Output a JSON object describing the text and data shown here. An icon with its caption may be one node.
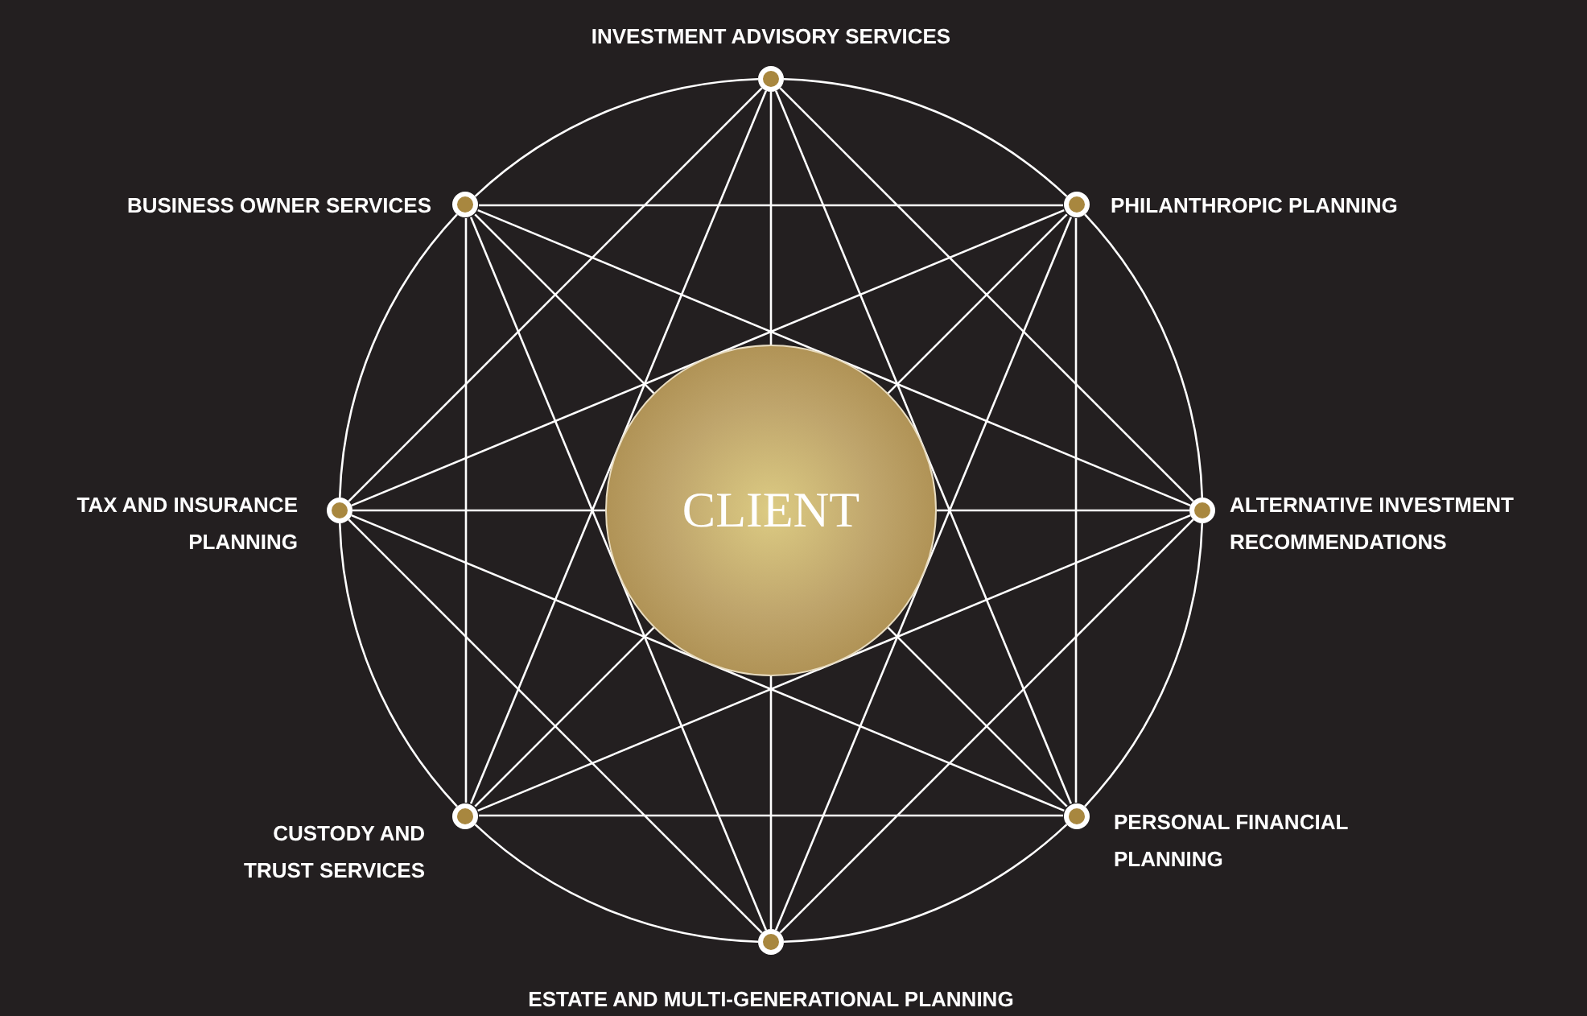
{
  "diagram": {
    "nodes": [
      {
        "text": [],
        "shape": "circle",
        "beside": [
          "INVESTMENT ADVISORY SERVICES"
        ]
      },
      {
        "text": [],
        "shape": "circle",
        "beside": [
          "BUSINESS OWNER SERVICES"
        ]
      },
      {
        "text": [],
        "shape": "circle",
        "beside": [
          "PHILANTHROPIC PLANNING"
        ]
      },
      {
        "text": [],
        "shape": "circle",
        "beside": [
          "TAX AND INSURANCE PLANNING"
        ]
      },
      {
        "text": [
          "CLIENT"
        ]
      },
      {
        "text": [],
        "shape": "circle",
        "beside": [
          "ALTERNATIVE INVESTMENT RECOMMENDATIONS"
        ]
      },
      {
        "text": [],
        "shape": "circle",
        "beside": [
          "CUSTODY AND TRUST SERVICES"
        ]
      },
      {
        "text": [],
        "shape": "circle",
        "beside": [
          "PERSONAL FINANCIAL PLANNING"
        ]
      },
      {
        "text": [],
        "shape": "circle",
        "beside": [
          "ESTATE AND MULTI-GENERATIONAL PLANNING"
        ]
      }
    ],
    "edges": [
      {
        "from": 0,
        "to": 2,
        "arrow": "none"
      },
      {
        "from": 2,
        "to": 5,
        "arrow": "none"
      },
      {
        "from": 5,
        "to": 7,
        "arrow": "none"
      },
      {
        "from": 7,
        "to": 8,
        "arrow": "none"
      },
      {
        "from": 8,
        "to": 6,
        "arrow": "none"
      },
      {
        "from": 6,
        "to": 3,
        "arrow": "none"
      },
      {
        "from": 3,
        "to": 1,
        "arrow": "none"
      },
      {
        "from": 1,
        "to": 0,
        "arrow": "none"
      },
      {
        "from": 0,
        "to": 5,
        "arrow": "none"
      },
      {
        "from": 2,
        "to": 7,
        "arrow": "none"
      },
      {
        "from": 5,
        "to": 8,
        "arrow": "none"
      },
      {
        "from": 7,
        "to": 6,
        "arrow": "none"
      },
      {
        "from": 8,
        "to": 3,
        "arrow": "none"
      },
      {
        "from": 6,
        "to": 1,
        "arrow": "none"
      },
      {
        "from": 3,
        "to": 0,
        "arrow": "none"
      },
      {
        "from": 1,
        "to": 2,
        "arrow": "none"
      },
      {
        "from": 0,
        "to": 4,
        "arrow": "none"
      },
      {
        "from": 7,
        "to": 4,
        "arrow": "none"
      },
      {
        "from": 2,
        "to": 4,
        "arrow": "none"
      },
      {
        "from": 8,
        "to": 4,
        "arrow": "none"
      },
      {
        "from": 5,
        "to": 4,
        "arrow": "none"
      },
      {
        "from": 6,
        "to": 4,
        "arrow": "none"
      },
      {
        "from": 7,
        "to": 4,
        "arrow": "none"
      },
      {
        "from": 3,
        "to": 4,
        "arrow": "none"
      },
      {
        "from": 8,
        "to": 4,
        "arrow": "none"
      },
      {
        "from": 1,
        "to": 4,
        "arrow": "none"
      },
      {
        "from": 6,
        "to": 4,
        "arrow": "none"
      },
      {
        "from": 0,
        "to": 4,
        "arrow": "none"
      },
      {
        "from": 3,
        "to": 4,
        "arrow": "none"
      },
      {
        "from": 2,
        "to": 4,
        "arrow": "none"
      },
      {
        "from": 1,
        "to": 4,
        "arrow": "none"
      },
      {
        "from": 5,
        "to": 4,
        "arrow": "none"
      },
      {
        "from": 0,
        "to": 4,
        "arrow": "none"
      },
      {
        "from": 2,
        "to": 4,
        "arrow": "none"
      },
      {
        "from": 5,
        "to": 4,
        "arrow": "none"
      },
      {
        "from": 7,
        "to": 4,
        "arrow": "none"
      },
      {
        "from": 8,
        "to": 4,
        "arrow": "none"
      },
      {
        "from": 6,
        "to": 4,
        "arrow": "none"
      },
      {
        "from": 3,
        "to": 4,
        "arrow": "none"
      },
      {
        "from": 1,
        "to": 4,
        "arrow": "none"
      }
    ]
  }
}
